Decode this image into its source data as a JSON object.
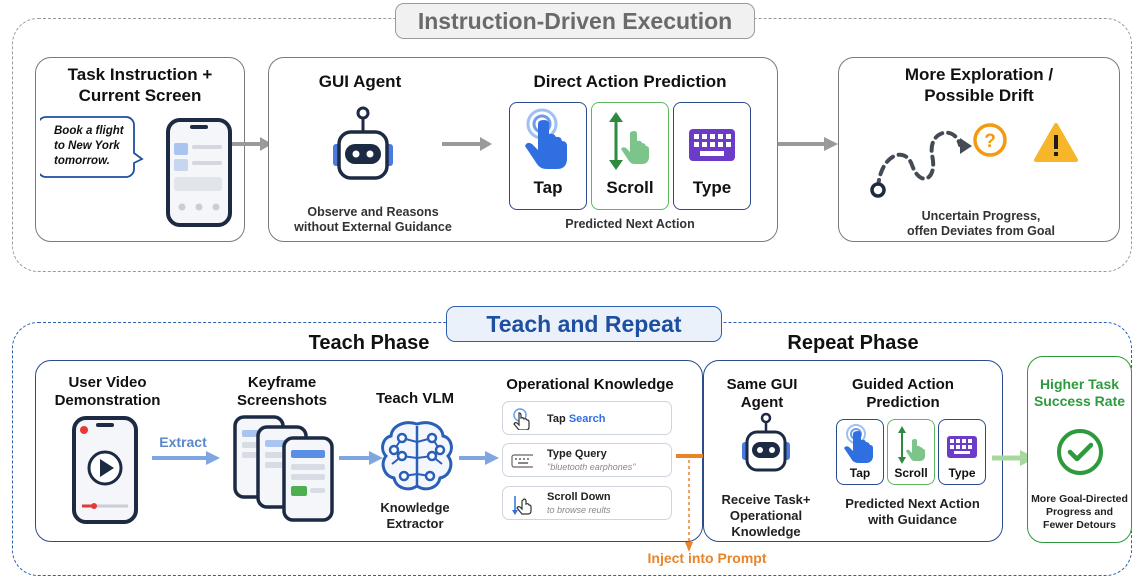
{
  "top": {
    "title": "Instruction-Driven Execution",
    "task_panel": {
      "title_line1": "Task Instruction +",
      "title_line2": "Current  Screen",
      "bubble_line1": "Book a flight",
      "bubble_line2": "to New York",
      "bubble_line3": "tomorrow."
    },
    "agent_panel": {
      "agent_title": "GUI Agent",
      "agent_caption_line1": "Observe and Reasons",
      "agent_caption_line2": "without External Guidance",
      "pred_title": "Direct Action Prediction",
      "actions": [
        "Tap",
        "Scroll",
        "Type"
      ],
      "pred_caption": "Predicted Next Action"
    },
    "drift_panel": {
      "title_line1": "More Exploration /",
      "title_line2": "Possible Drift",
      "caption_line1": "Uncertain Progress,",
      "caption_line2": "offen Deviates from Goal"
    }
  },
  "bottom": {
    "title": "Teach and Repeat",
    "teach_phase": {
      "title": "Teach Phase",
      "video_title_line1": "User Video",
      "video_title_line2": "Demonstration",
      "extract_label": "Extract",
      "keyframe_title_line1": "Keyframe",
      "keyframe_title_line2": "Screenshots",
      "vlm_title": "Teach VLM",
      "vlm_caption_line1": "Knowledge",
      "vlm_caption_line2": "Extractor",
      "knowledge_title": "Operational Knowledge",
      "knowledge_items": [
        {
          "title": "Tap",
          "highlight": "Search",
          "sub": ""
        },
        {
          "title": "Type Query",
          "highlight": "",
          "sub": "\"bluetooth earphones\""
        },
        {
          "title": "Scroll Down",
          "highlight": "",
          "sub": "to browse reults"
        }
      ],
      "inject_label": "Inject into Prompt"
    },
    "repeat_phase": {
      "title": "Repeat Phase",
      "agent_title_line1": "Same GUI",
      "agent_title_line2": "Agent",
      "agent_caption_line1": "Receive Task+",
      "agent_caption_line2": "Operational",
      "agent_caption_line3": "Knowledge",
      "guided_title_line1": "Guided Action",
      "guided_title_line2": "Prediction",
      "actions": [
        "Tap",
        "Scroll",
        "Type"
      ],
      "guided_caption_line1": "Predicted Next Action",
      "guided_caption_line2": "with Guidance"
    },
    "result": {
      "title_line1": "Higher Task",
      "title_line2": "Success Rate",
      "caption_line1": "More Goal-Directed",
      "caption_line2": "Progress and",
      "caption_line3": "Fewer Detours"
    }
  },
  "colors": {
    "blue_accent": "#1e4fa0",
    "green_accent": "#2e9a3e",
    "orange_accent": "#e8842a",
    "gray_dash": "#9a9a9a"
  }
}
